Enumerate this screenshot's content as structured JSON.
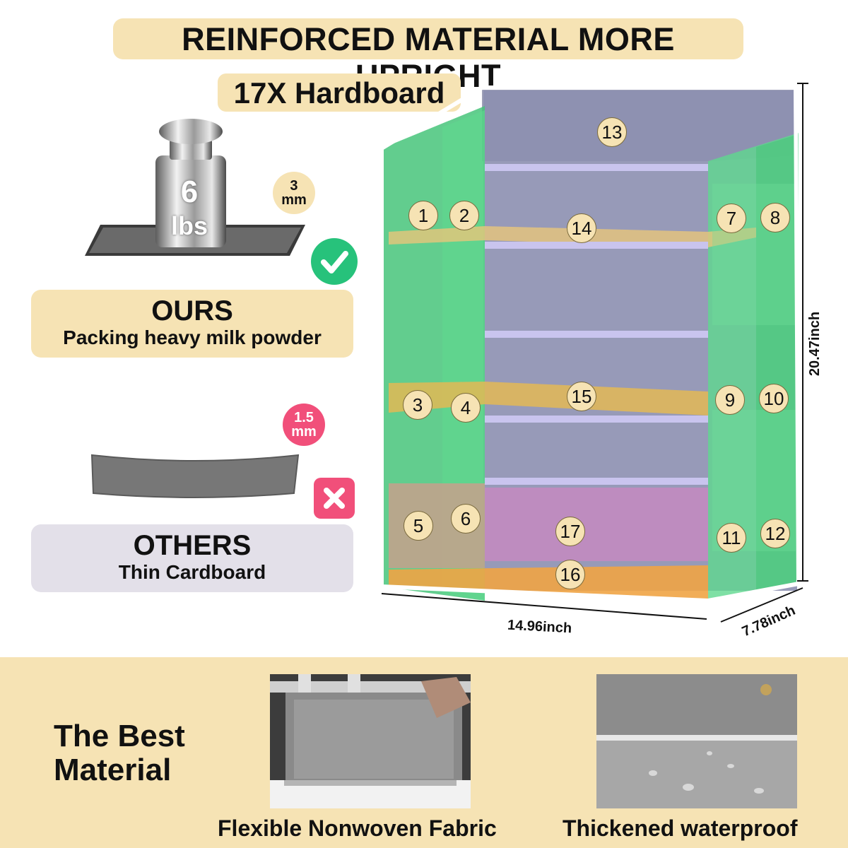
{
  "header": {
    "headline": "REINFORCED MATERIAL MORE UPRIGHT",
    "subheadline": "17X Hardboard"
  },
  "comparison": {
    "ours": {
      "weight_value": "6",
      "weight_unit": "lbs",
      "thickness_value": "3",
      "thickness_unit": "mm",
      "title": "OURS",
      "desc": "Packing heavy milk powder",
      "status_icon": "check-icon"
    },
    "others": {
      "thickness_value": "1.5",
      "thickness_unit": "mm",
      "title": "OTHERS",
      "desc": "Thin Cardboard",
      "status_icon": "cross-icon"
    }
  },
  "product": {
    "compartment_numbers": [
      "1",
      "2",
      "3",
      "4",
      "5",
      "6",
      "7",
      "8",
      "9",
      "10",
      "11",
      "12",
      "13",
      "14",
      "15",
      "16",
      "17"
    ],
    "dimensions": {
      "width": "14.96inch",
      "depth": "7.78inch",
      "height": "20.47inch"
    }
  },
  "material": {
    "title_line1": "The Best",
    "title_line2": "Material",
    "photo1_caption": "Flexible Nonwoven Fabric",
    "photo2_caption": "Thickened waterproof"
  },
  "colors": {
    "banner_bg": "#f6e3b4",
    "check_green": "#27c27b",
    "cross_pink": "#f14f7a",
    "others_bg": "#e3e0e9"
  }
}
